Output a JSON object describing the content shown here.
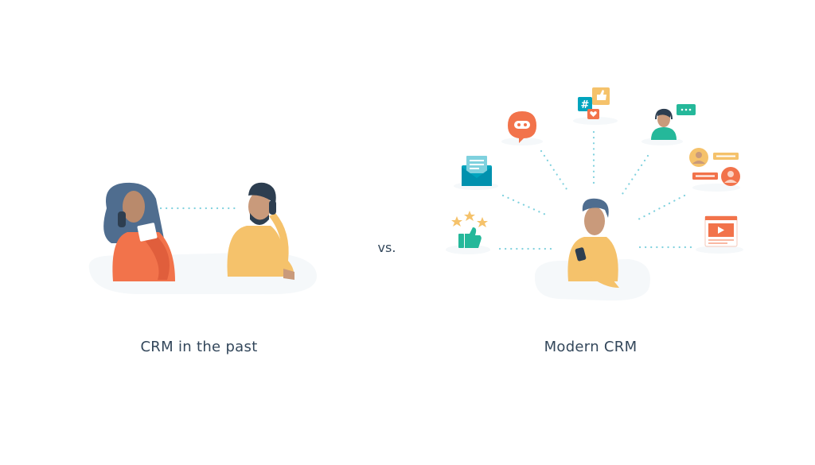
{
  "comparison": {
    "left_caption": "CRM in the past",
    "separator": "vs.",
    "right_caption": "Modern CRM"
  },
  "colors": {
    "text": "#33475b",
    "ground": "#f5f8fa",
    "dotted_line": "#7fd1de",
    "orange": "#f2734b",
    "yellow": "#f5c26b",
    "navy": "#2d3e50",
    "skin": "#c99a7b",
    "teal": "#00a4bd",
    "green": "#25b89a"
  },
  "icons": {
    "left_people": [
      "woman-on-phone",
      "man-on-phone"
    ],
    "modern_channels": [
      "chatbot",
      "social-media",
      "live-chat-agent",
      "email",
      "messaging",
      "reviews",
      "video"
    ]
  }
}
